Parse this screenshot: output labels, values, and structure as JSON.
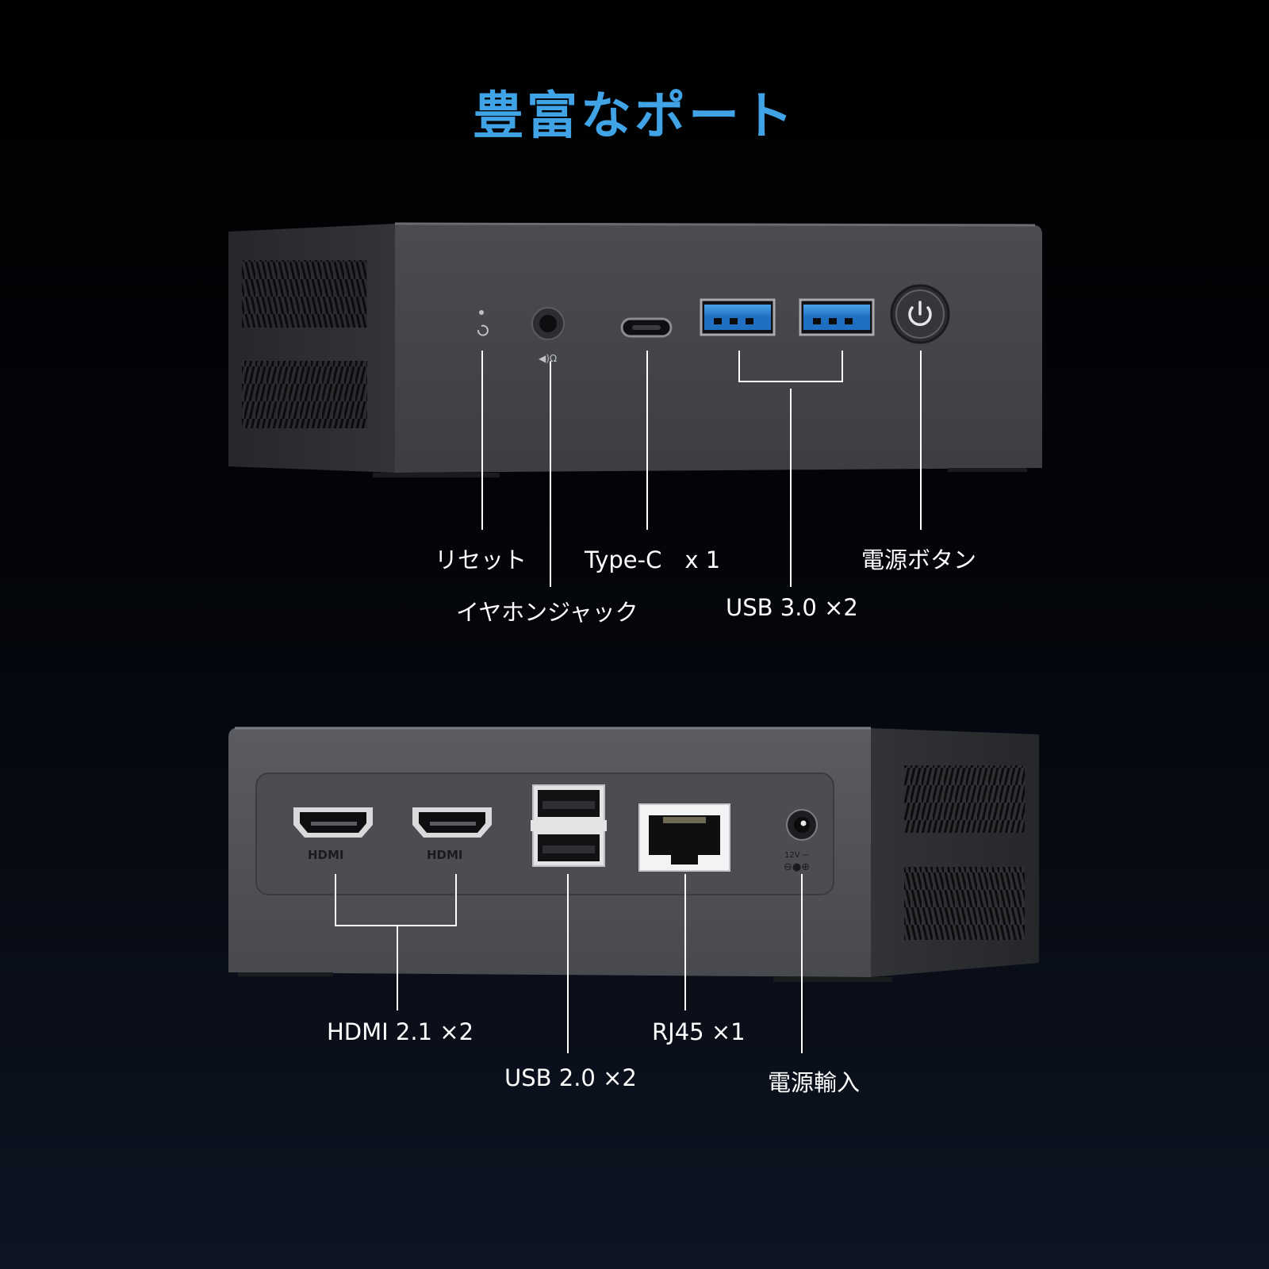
{
  "page": {
    "title": "豊富なポート",
    "accent_color": "#3fa3e6"
  },
  "front_panel": {
    "labels": {
      "reset": "リセット",
      "earphone": "イヤホンジャック",
      "type_c": "Type-C　x 1",
      "usb3": "USB 3.0 ×2",
      "power_button": "電源ボタン"
    },
    "icons": [
      "reset-icon",
      "audio-jack-icon",
      "usb-c-port-icon",
      "usb3-port-icon",
      "power-icon"
    ]
  },
  "rear_panel": {
    "labels": {
      "hdmi": "HDMI 2.1 ×2",
      "usb2": "USB 2.0 ×2",
      "rj45": "RJ45 ×1",
      "power_input": "電源輸入"
    },
    "port_marks": {
      "hdmi_logo": "HDMI",
      "dc_voltage": "12V ⎓"
    },
    "icons": [
      "hdmi-port-icon",
      "usb2-port-icon",
      "rj45-port-icon",
      "dc-jack-icon"
    ]
  }
}
